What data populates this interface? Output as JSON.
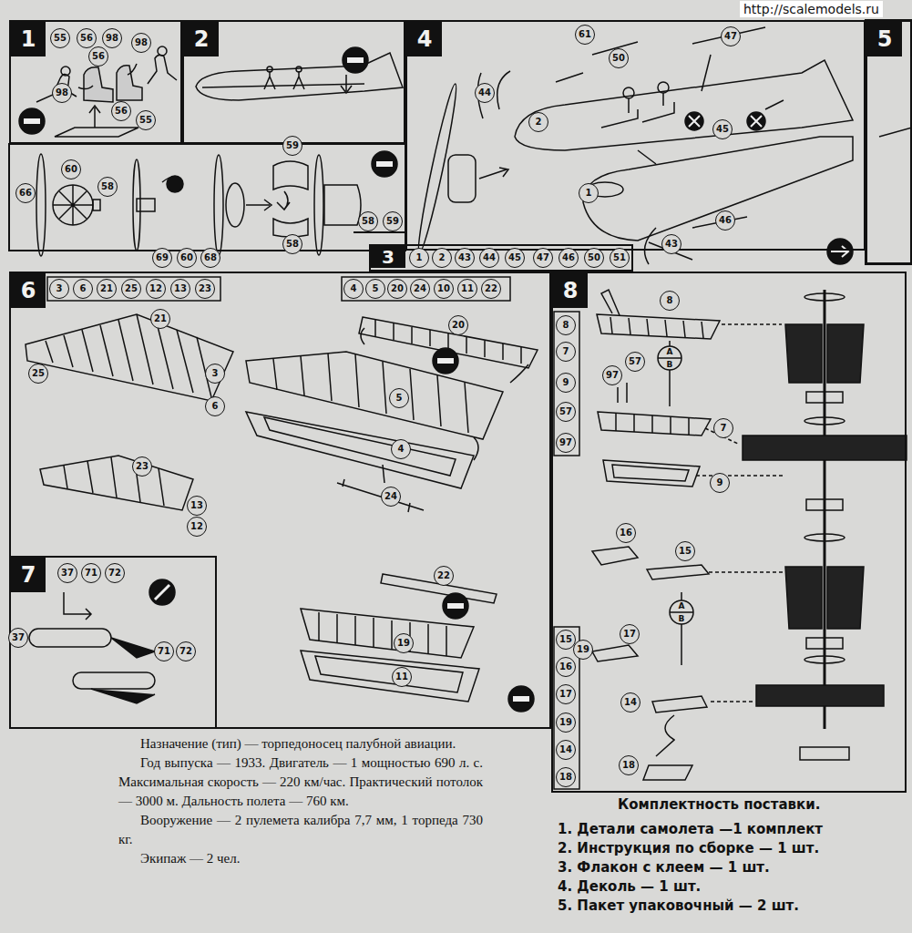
{
  "diagram": {
    "nodes": [
      {
        "text": [
          "1"
        ]
      },
      {
        "text": [
          "2"
        ]
      },
      {
        "text": [
          "4"
        ]
      },
      {
        "text": [
          "5"
        ]
      },
      {
        "text": [
          "3"
        ]
      },
      {
        "text": [
          "6"
        ]
      },
      {
        "text": [
          "7"
        ],
        "in": 5
      },
      {
        "text": [
          "8"
        ]
      }
    ],
    "labels": [
      "55",
      "56",
      "98",
      "98",
      "56",
      "56",
      "98",
      "55",
      "61",
      "50",
      "47",
      "44",
      "2",
      "45",
      "1",
      "46",
      "43",
      "66",
      "60",
      "58",
      "59",
      "58",
      "69",
      "60",
      "68",
      "58",
      "59",
      "1",
      "2",
      "43",
      "44",
      "45",
      "47",
      "46",
      "50",
      "51",
      "3",
      "6",
      "21",
      "25",
      "12",
      "13",
      "23",
      "4",
      "5",
      "20",
      "24",
      "10",
      "11",
      "22",
      "21",
      "25",
      "3",
      "6",
      "20",
      "5",
      "4",
      "24",
      "23",
      "13",
      "12",
      "37",
      "71",
      "72",
      "37",
      "71",
      "72",
      "22",
      "19",
      "11",
      "8",
      "7",
      "9",
      "57",
      "97",
      "8",
      "57",
      "97",
      "7",
      "9",
      "16",
      "15",
      "17",
      "19",
      "14",
      "18",
      "15",
      "16",
      "17",
      "19",
      "14",
      "18",
      "А",
      "В",
      "А",
      "В",
      "Назначение (тип) — торпедоносец палубной авиации.",
      "Год выпуска — 1933. Двигатель — 1 мощностью 690 л. с. Максимальная скорость — 220 км/час. Практический потолок — 3000 м. Дальность полета — 760 км.",
      "Вооружение — 2 пулемета калибра 7,7 мм, 1 торпеда 730 кг.",
      "Экипаж — 2 чел.",
      "Комплектность поставки.",
      "1. Детали самолета —1 комплект",
      "2. Инструкция по сборке — 1 шт.",
      "3. Флакон с клеем — 1 шт.",
      "4. Деколь — 1 шт.",
      "5. Пакет упаковочный — 2 шт.",
      "http://scalemodels.ru"
    ]
  }
}
